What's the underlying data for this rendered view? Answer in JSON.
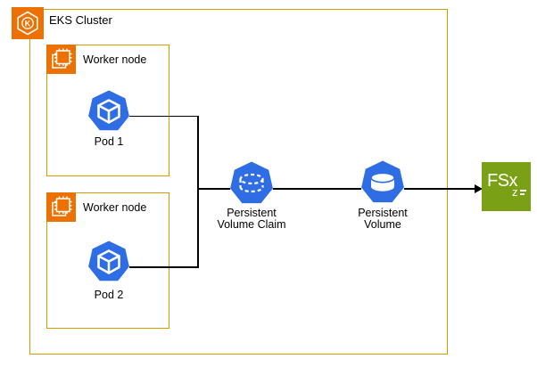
{
  "diagram": {
    "cluster": {
      "label": "EKS Cluster",
      "icon": "eks-kubernetes-icon",
      "icon_letter": "K"
    },
    "worker_nodes": [
      {
        "label": "Worker node",
        "icon": "ec2-instance-chip-icon",
        "pod": {
          "label": "Pod 1",
          "icon": "kubernetes-pod-icon"
        }
      },
      {
        "label": "Worker node",
        "icon": "ec2-instance-chip-icon",
        "pod": {
          "label": "Pod 2",
          "icon": "kubernetes-pod-icon"
        }
      }
    ],
    "pvc": {
      "label_line1": "Persistent",
      "label_line2": "Volume Claim",
      "icon": "kubernetes-persistent-volume-claim-icon"
    },
    "pv": {
      "label_line1": "Persistent",
      "label_line2": "Volume",
      "icon": "kubernetes-persistent-volume-icon"
    },
    "fsx": {
      "label": "FSx",
      "subscript": "z",
      "icon": "amazon-fsx-for-openzfs-icon"
    },
    "connections": [
      "Pod 1 -> Persistent Volume Claim",
      "Pod 2 -> Persistent Volume Claim",
      "Persistent Volume Claim -> Persistent Volume",
      "Persistent Volume -> FSx (arrow)"
    ],
    "colors": {
      "box_border_orange": "#D79B00",
      "icon_fill_orange": "#ED7100",
      "kubernetes_blue": "#2E6DE4",
      "fsx_green": "#7AA116",
      "connector_black": "#000000",
      "background": "#FFFFFF"
    }
  }
}
